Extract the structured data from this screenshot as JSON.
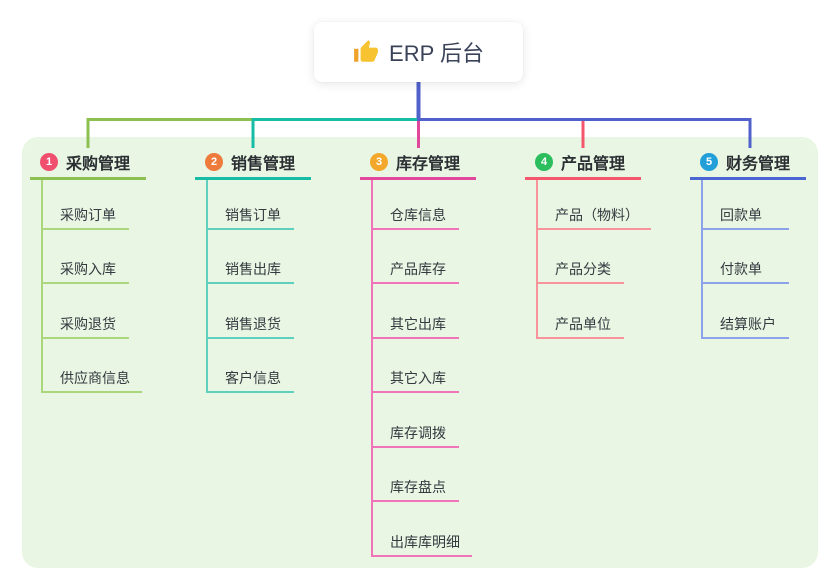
{
  "root": {
    "title": "ERP 后台",
    "icon": "thumbs-up"
  },
  "panel": {
    "background_color": "#e9f6e3"
  },
  "connector": {
    "trunk_color": "#5061cc"
  },
  "branches": [
    {
      "number": "1",
      "title": "采购管理",
      "badge_color": "#f0506e",
      "line_color": "#8cc152",
      "child_line_color": "#abd77c",
      "children": [
        "采购订单",
        "采购入库",
        "采购退货",
        "供应商信息"
      ]
    },
    {
      "number": "2",
      "title": "销售管理",
      "badge_color": "#ee7a3c",
      "line_color": "#16bca6",
      "child_line_color": "#5ed0bd",
      "children": [
        "销售订单",
        "销售出库",
        "销售退货",
        "客户信息"
      ]
    },
    {
      "number": "3",
      "title": "库存管理",
      "badge_color": "#f3a72b",
      "line_color": "#e2479e",
      "child_line_color": "#ef74b8",
      "children": [
        "仓库信息",
        "产品库存",
        "其它出库",
        "其它入库",
        "库存调拨",
        "库存盘点",
        "出库库明细"
      ]
    },
    {
      "number": "4",
      "title": "产品管理",
      "badge_color": "#2cbd5c",
      "line_color": "#f4566b",
      "child_line_color": "#f8929b",
      "children": [
        "产品（物料）",
        "产品分类",
        "产品单位"
      ]
    },
    {
      "number": "5",
      "title": "财务管理",
      "badge_color": "#229fd9",
      "line_color": "#4b66d2",
      "child_line_color": "#8ca2e9",
      "children": [
        "回款单",
        "付款单",
        "结算账户"
      ]
    }
  ]
}
